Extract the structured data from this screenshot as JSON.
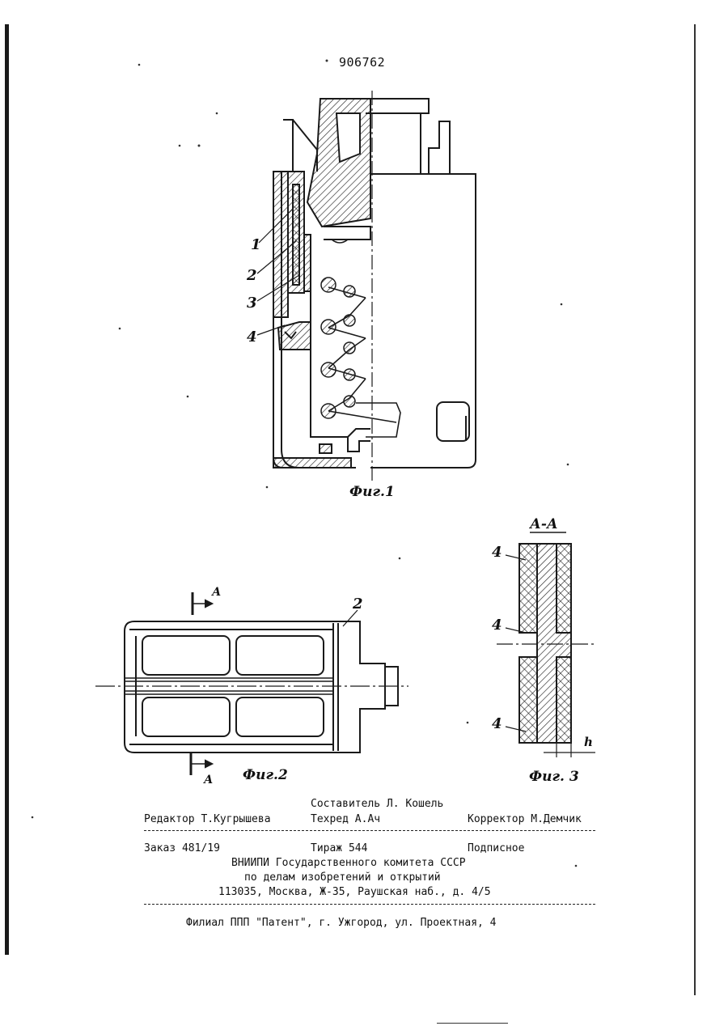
{
  "header": {
    "patent_number": "906762"
  },
  "figures": {
    "fig1": {
      "caption": "Фиг.1",
      "callouts": [
        "1",
        "2",
        "3",
        "4"
      ]
    },
    "fig2": {
      "caption": "Фиг.2",
      "part_label": "2",
      "section_top": "А",
      "section_bottom": "А"
    },
    "fig3": {
      "caption": "Фиг. 3",
      "section_title": "А-А",
      "callouts": [
        "4",
        "4",
        "4"
      ],
      "dimension": "h"
    }
  },
  "imprint": {
    "compiler": "Составитель Л. Кошель",
    "editor": "Редактор Т.Кугрышева",
    "techred": "Техред  А.Ач",
    "corrector": "Корректор М.Демчик",
    "order": "Заказ 481/19",
    "circulation": "Тираж 544",
    "subscription": "Подписное",
    "org_line1": "ВНИИПИ Государственного комитета СССР",
    "org_line2": "по делам изобретений и открытий",
    "address": "113035, Москва, Ж-35, Раушская наб., д. 4/5",
    "branch": "Филиал ППП \"Патент\", г. Ужгород, ул. Проектная, 4"
  }
}
